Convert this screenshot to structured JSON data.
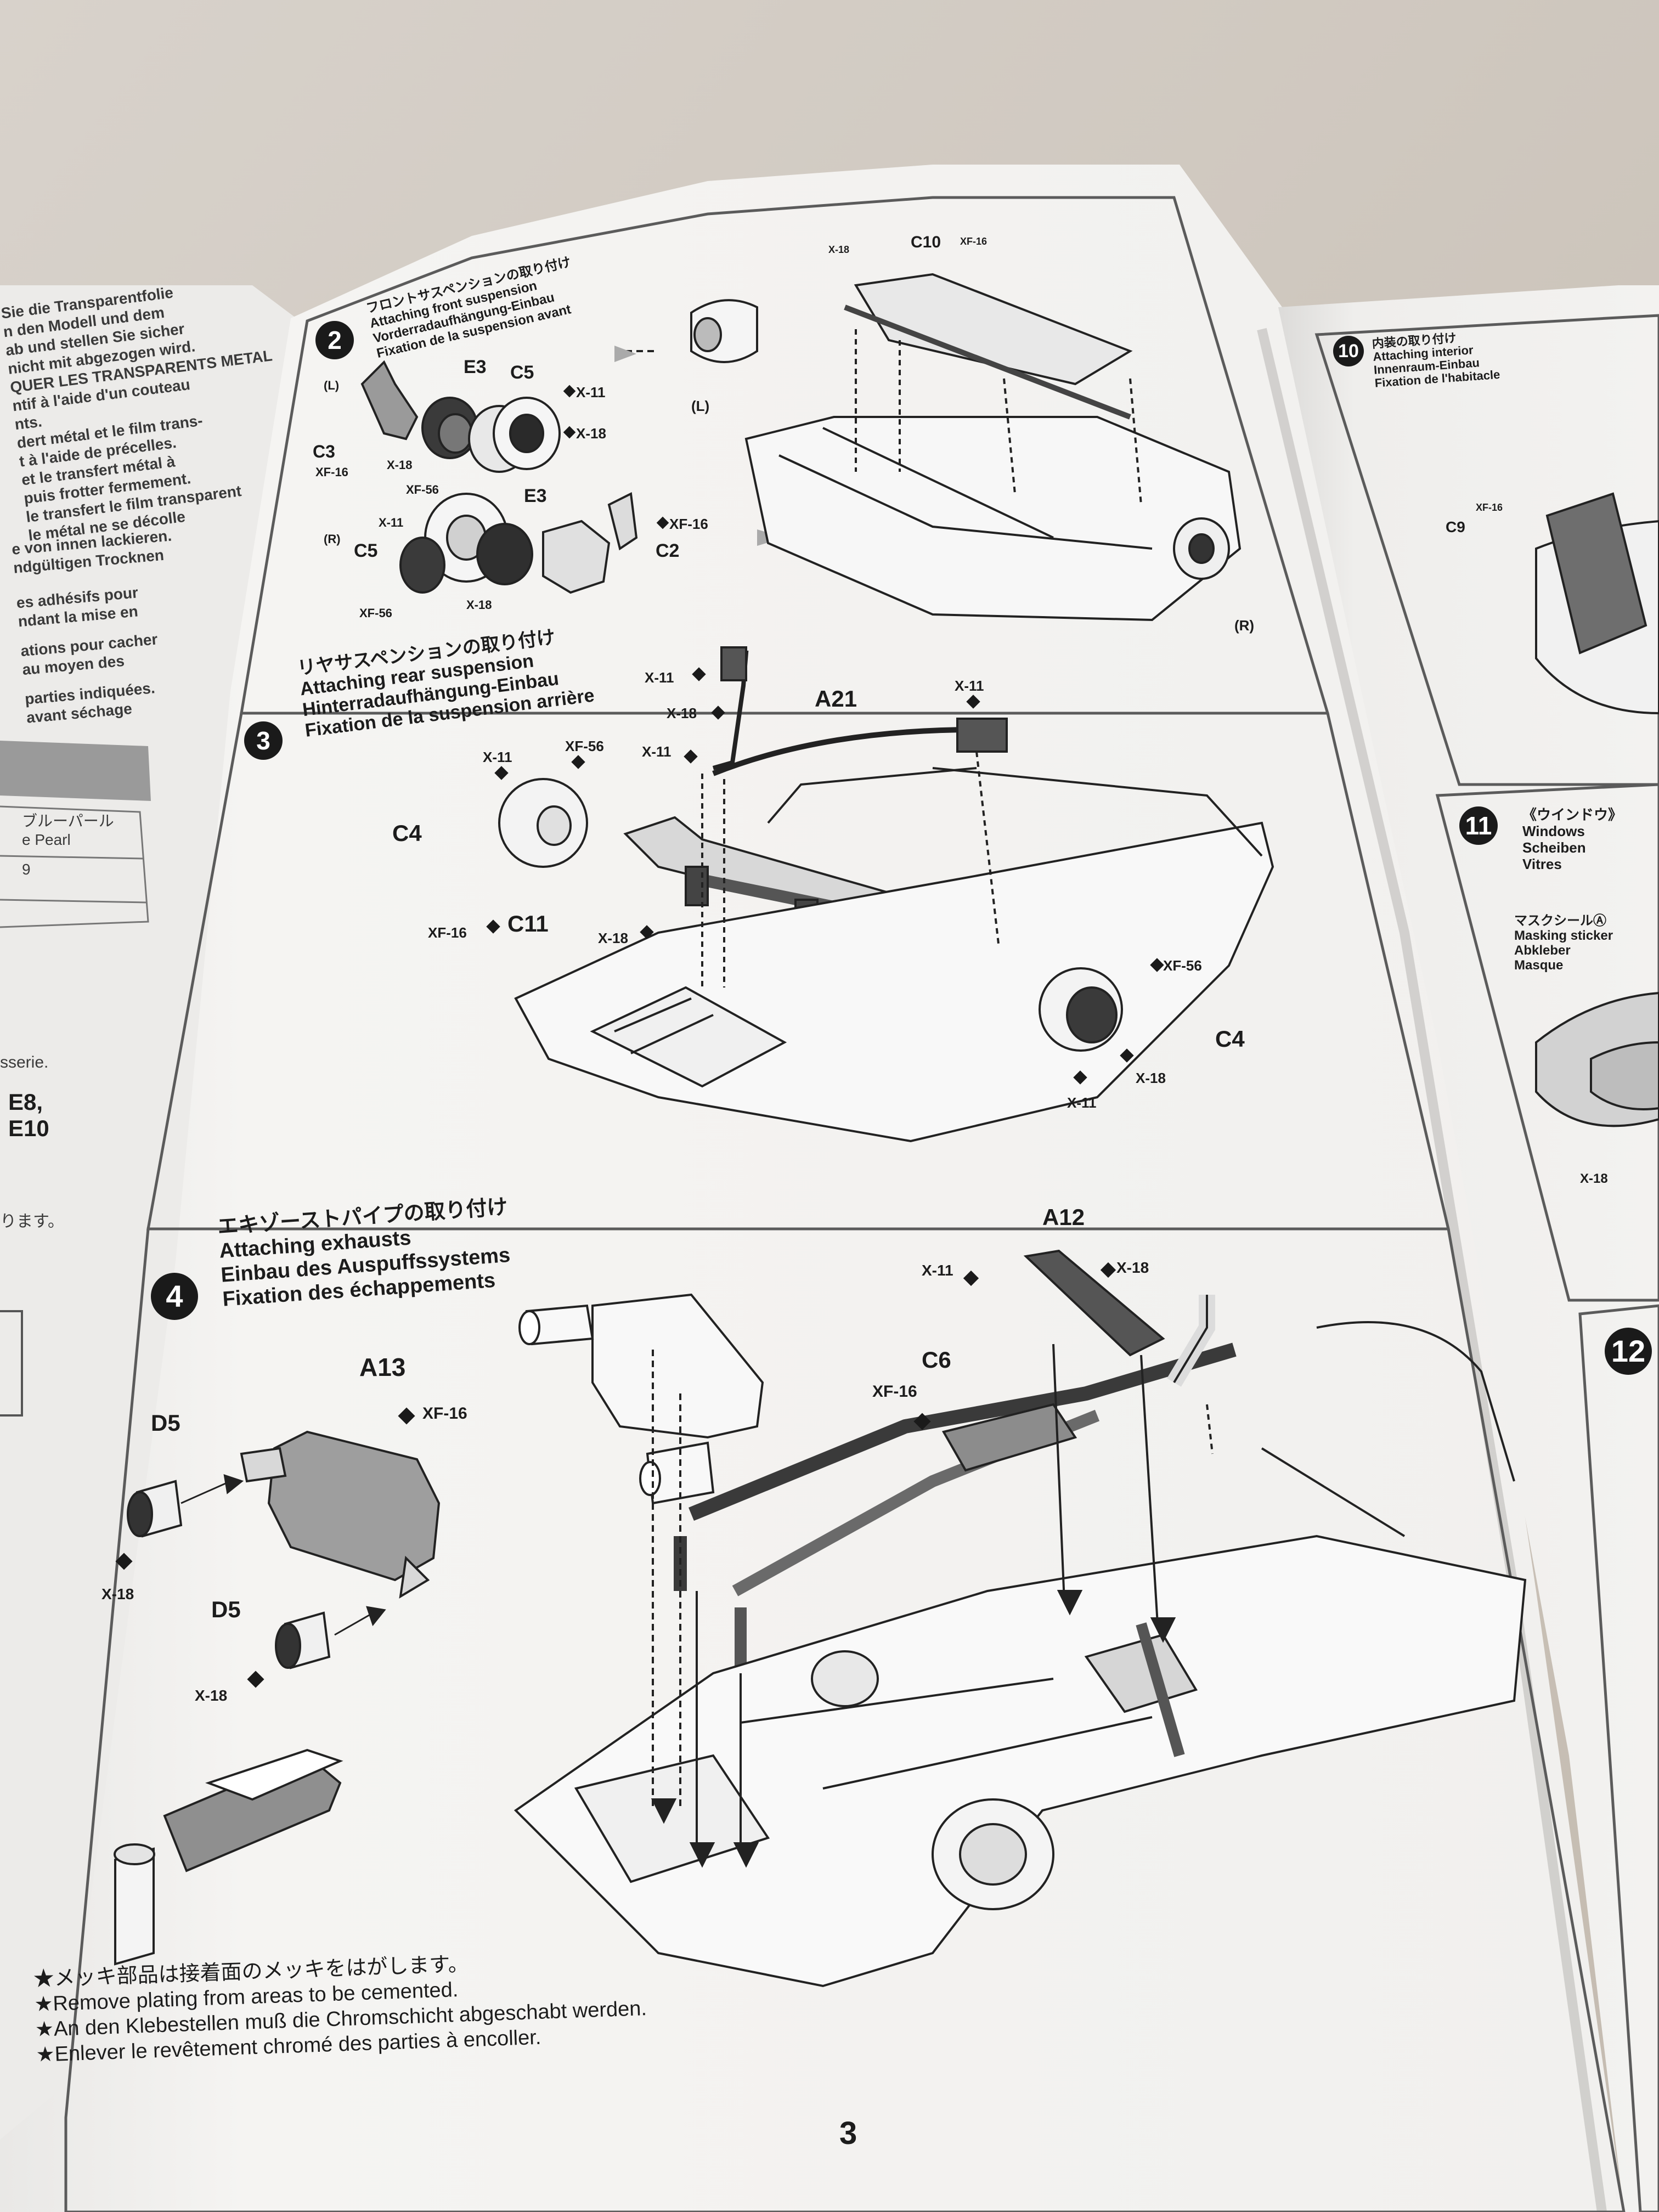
{
  "page": {
    "number": "3"
  },
  "steps": [
    {
      "number": "2",
      "captions": [
        "フロントサスペンションの取り付け",
        "Attaching front suspension",
        "Vorderradaufhängung-Einbau",
        "Fixation de la suspension avant"
      ],
      "labels": [
        "E3",
        "C5",
        "X-11",
        "X-18",
        "C3",
        "XF-16",
        "X-18",
        "XF-56",
        "E3",
        "X-11",
        "XF-16",
        "C5",
        "C2",
        "XF-56",
        "X-18",
        "(L)",
        "(R)",
        "(L)",
        "(R)",
        "C10",
        "XF-16",
        "X-18"
      ]
    },
    {
      "number": "3",
      "captions": [
        "リヤサスペンションの取り付け",
        "Attaching rear suspension",
        "Hinterradaufhängung-Einbau",
        "Fixation de la suspension arrière"
      ],
      "labels": [
        "X-11",
        "X-18",
        "A21",
        "X-11",
        "X-11",
        "XF-56",
        "X-11",
        "C4",
        "XF-16",
        "C11",
        "X-18",
        "XF-56",
        "C4",
        "X-18",
        "X-11"
      ]
    },
    {
      "number": "4",
      "captions": [
        "エキゾーストパイプの取り付け",
        "Attaching exhausts",
        "Einbau des Auspuffssystems",
        "Fixation des échappements"
      ],
      "labels": [
        "A13",
        "XF-16",
        "D5",
        "X-18",
        "D5",
        "X-18",
        "A12",
        "X-11",
        "X-18",
        "C6",
        "XF-16"
      ]
    }
  ],
  "notes": [
    "★メッキ部品は接着面のメッキをはがします。",
    "★Remove plating from areas to be cemented.",
    "★An den Klebestellen muß die Chromschicht abgeschabt werden.",
    "★Enlever le revêtement chromé des parties à encoller."
  ],
  "right_page": {
    "step10": {
      "number": "10",
      "captions": [
        "内装の取り付け",
        "Attaching interior",
        "Innenraum-Einbau",
        "Fixation de l'habitacle"
      ],
      "labels": [
        "XF-16",
        "C9"
      ]
    },
    "step11": {
      "number": "11",
      "captions": [
        "《ウインドウ》",
        "Windows",
        "Scheiben",
        "Vitres"
      ],
      "sticker": [
        "マスクシールⒶ",
        "Masking sticker",
        "Abkleber",
        "Masque"
      ],
      "labels": [
        "X-18"
      ]
    },
    "step12": {
      "number": "12"
    }
  },
  "left_page": {
    "fragments": [
      "Sie die Transparentfolie",
      "n den Modell und dem",
      "ab und stellen Sie sicher",
      "nicht mit abgezogen wird.",
      "QUER LES TRANSPARENTS METAL",
      "ntif à l'aide d'un couteau",
      "nts.",
      "dert métal et le film trans-",
      "t à l'aide de précelles.",
      "et le transfert métal à",
      "puis frotter fermement.",
      "le transfert le film transparent",
      "le métal ne se décolle",
      "e von innen lackieren.",
      "ndgültigen Trocknen",
      "es adhésifs pour",
      "ndant la mise en",
      "ations pour cacher",
      "au moyen des",
      "parties indiquées.",
      "avant séchage",
      "ブルーパール",
      "e Pearl",
      "9",
      "sserie.",
      "E8,",
      "E10",
      "ります。"
    ]
  },
  "colors": {
    "paper": "#f4f3f1",
    "ink": "#1c1c1c",
    "panel_border": "#555555",
    "shade": "#8a8a8a",
    "table": "#cfcfcf"
  }
}
